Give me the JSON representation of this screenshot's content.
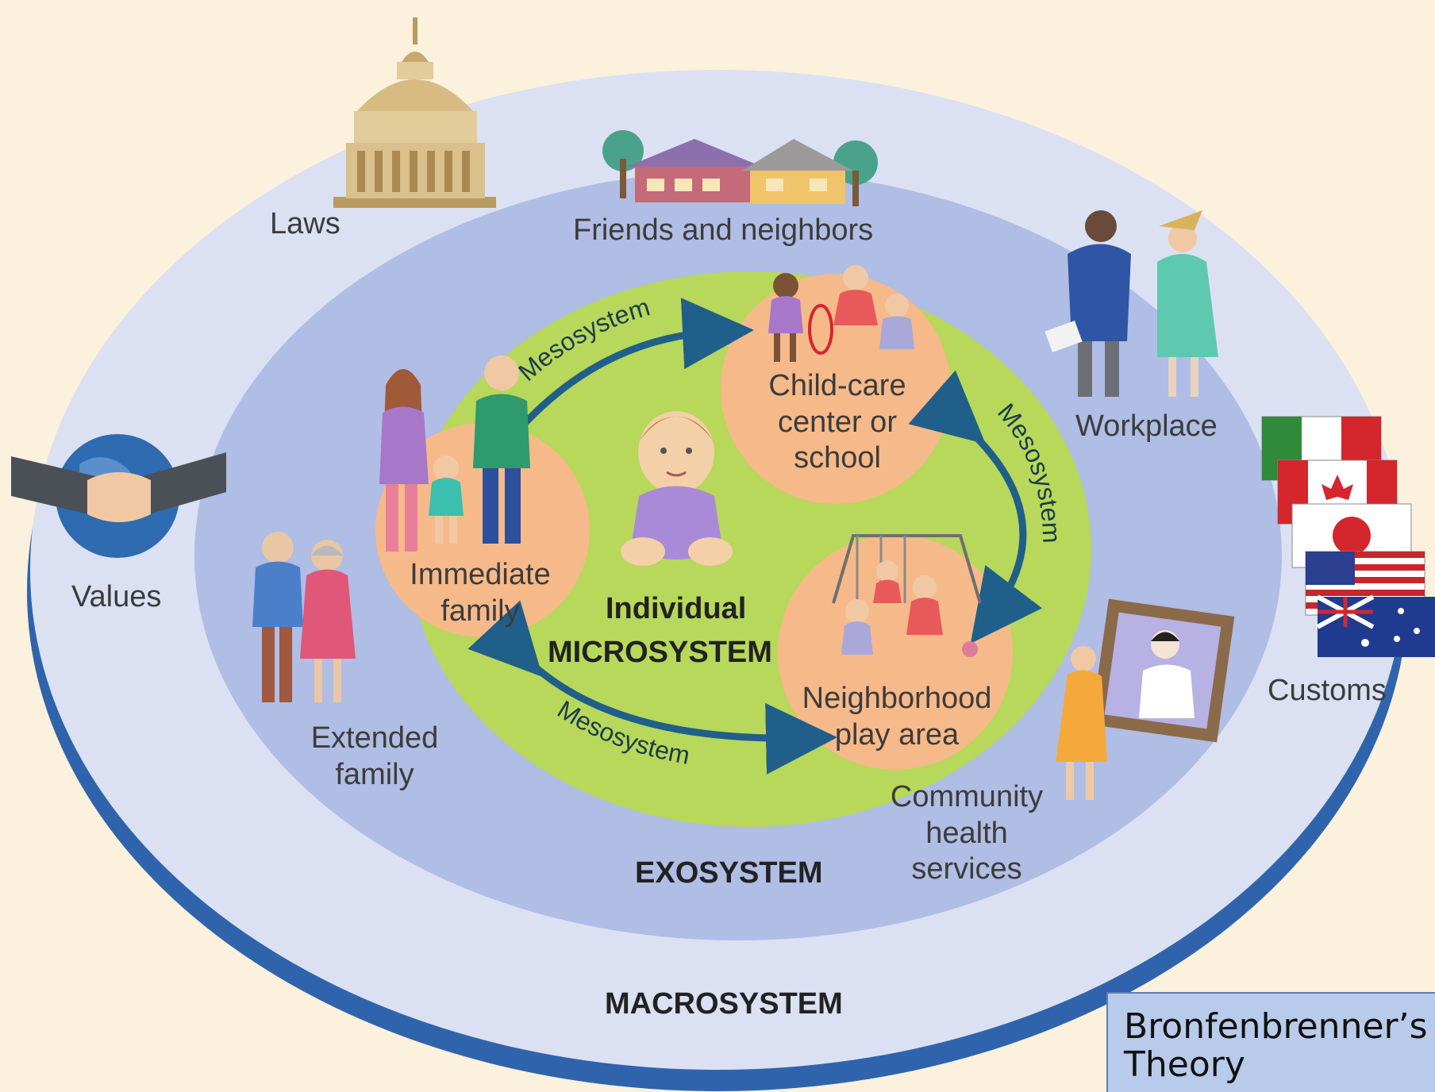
{
  "layers": {
    "macrosystem": "MACROSYSTEM",
    "exosystem": "EXOSYSTEM",
    "microsystem": "MICROSYSTEM",
    "individual": "Individual"
  },
  "macro_items": {
    "laws": "Laws",
    "values": "Values",
    "customs": "Customs"
  },
  "exo_items": {
    "friends": "Friends and neighbors",
    "workplace": "Workplace",
    "extended_family": [
      "Extended",
      "family"
    ],
    "community_health": [
      "Community",
      "health",
      "services"
    ]
  },
  "micro_items": {
    "immediate_family": [
      "Immediate",
      "family"
    ],
    "child_care": [
      "Child-care",
      "center or",
      "school"
    ],
    "neighborhood": [
      "Neighborhood",
      "play area"
    ]
  },
  "mesosystem_label": "Mesosystem",
  "caption": [
    "Bronfenbrenner’s",
    "Theory"
  ],
  "colors": {
    "background": "#fbf1dc",
    "macro_ring": "#dbe1f3",
    "macro_edge": "#2f64ad",
    "exo_ring": "#b0bde4",
    "micro_field": "#b7d85a",
    "setting_circle": "#f6b98a",
    "arrow": "#1f5f8a"
  },
  "icons": [
    "capitol-icon",
    "houses-icon",
    "handshake-globe-icon",
    "workers-icon",
    "flags-icon",
    "family-icon",
    "grandparents-icon",
    "children-icon",
    "baby-icon",
    "playground-icon",
    "doctor-icon"
  ]
}
